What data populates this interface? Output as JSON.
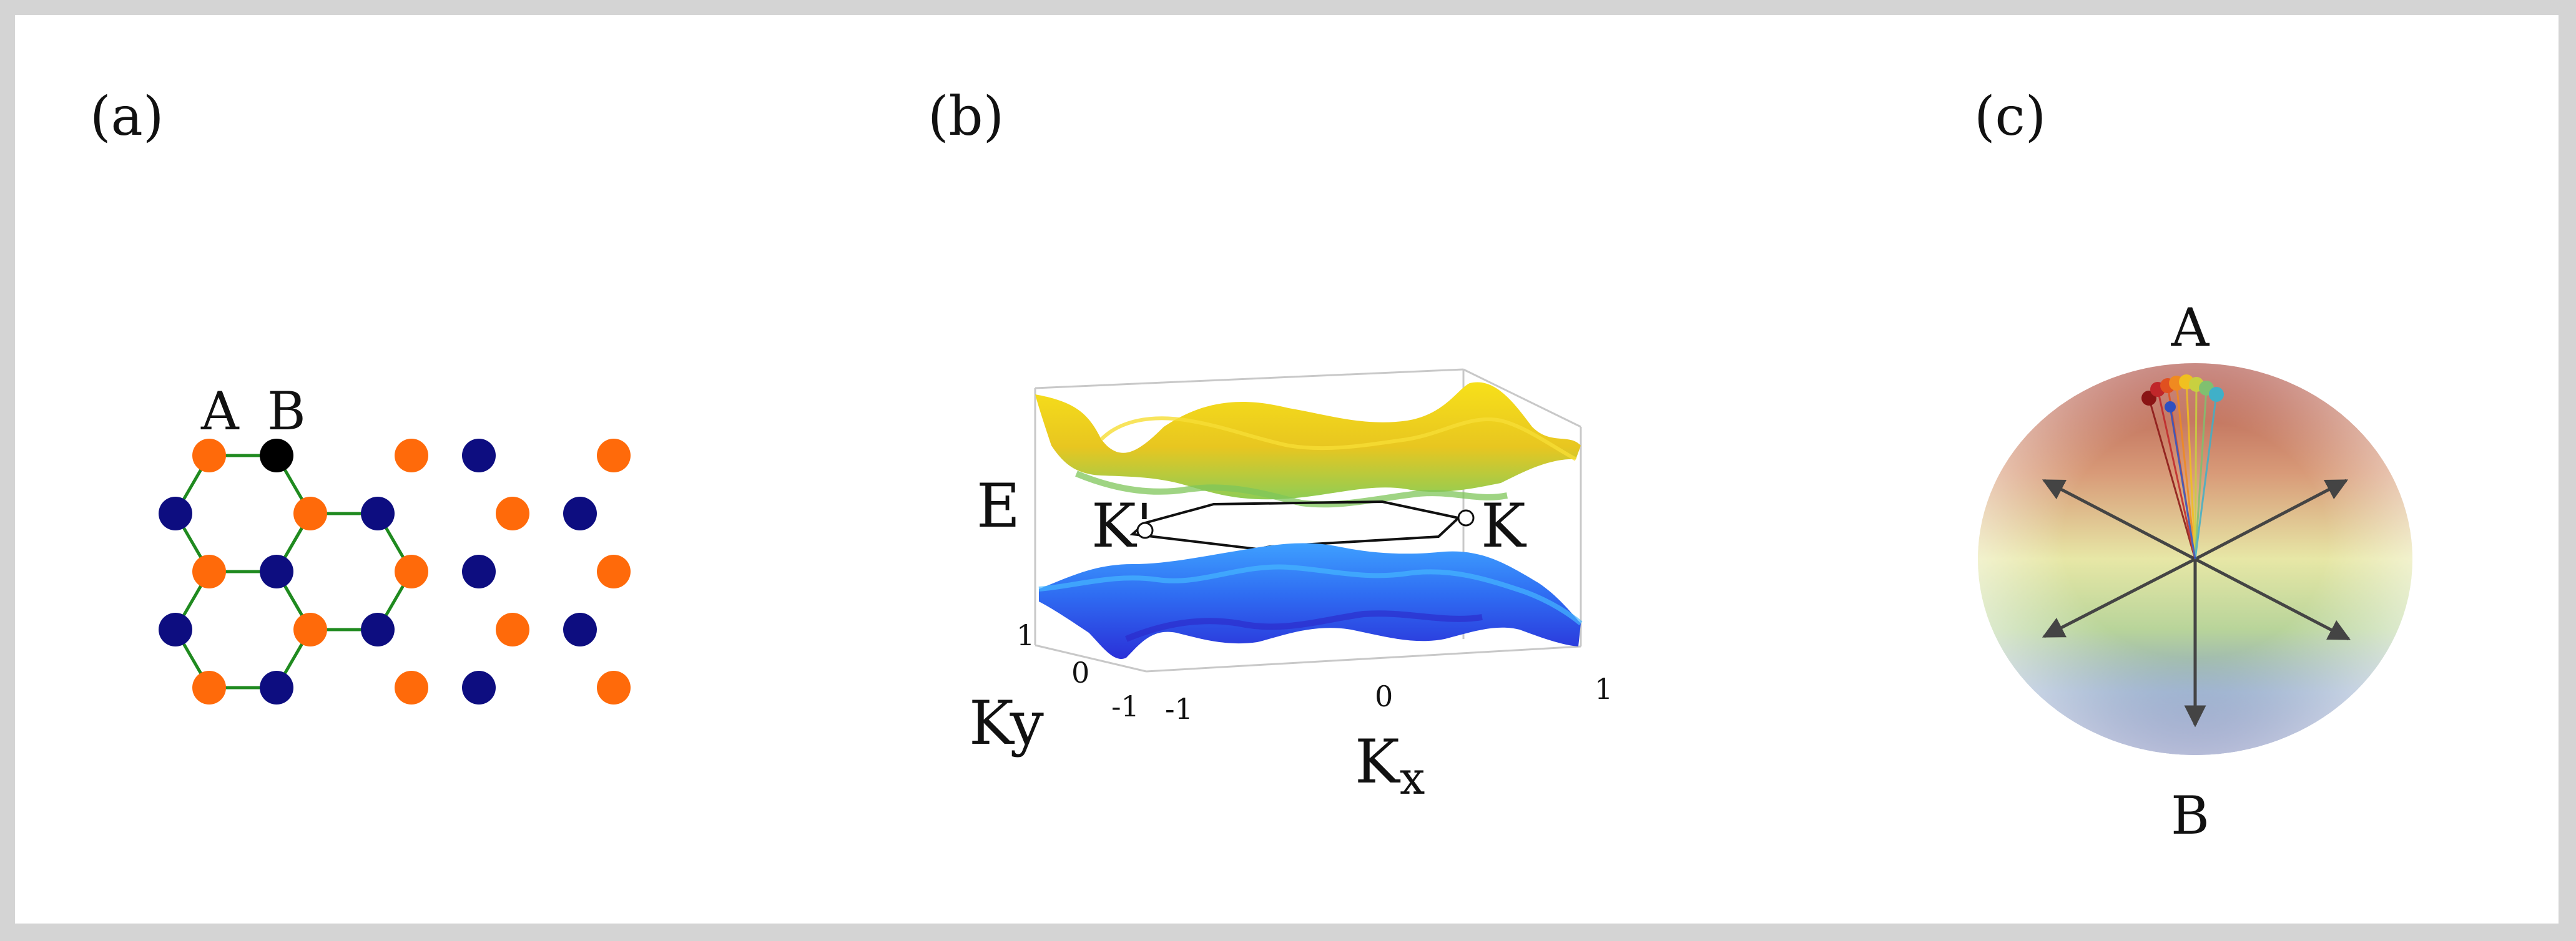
{
  "panels": {
    "a": {
      "label": "(a)",
      "site_labels": {
        "A": "A",
        "B": "B"
      },
      "colors": {
        "A": "#ff6a0a",
        "B": "#0d0d80",
        "highlight": "#000000",
        "bond": "#1f8a1f"
      }
    },
    "b": {
      "label": "(b)",
      "axis_labels": {
        "energy": "E",
        "kx": "K",
        "kx_sub": "x",
        "ky": "Ky"
      },
      "valley_labels": {
        "k_prime": "K'",
        "k": "K"
      },
      "ticks": {
        "kx": [
          "-1",
          "0",
          "1"
        ],
        "ky": [
          "1",
          "0",
          "-1"
        ]
      },
      "colors": {
        "upper_band": "#f0c820",
        "upper_band_edge": "#9ccc4a",
        "lower_band": "#3a6cf0",
        "lower_band_edge": "#2a3ee0"
      }
    },
    "c": {
      "label": "(c)",
      "pole_labels": {
        "top": "A",
        "bottom": "B"
      },
      "colors": {
        "top": "#c06a5a",
        "equator": "#e6e6a0",
        "bottom": "#6a7ab8",
        "arrow": "#444444"
      }
    }
  }
}
